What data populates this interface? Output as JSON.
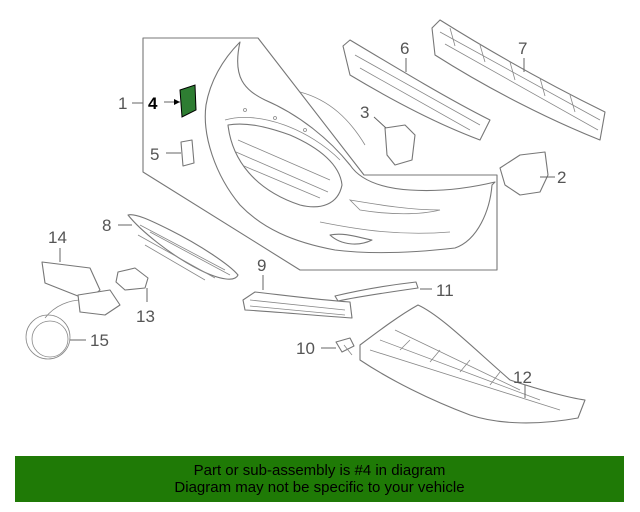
{
  "diagram": {
    "highlight_color": "#2e7d32",
    "callouts": [
      {
        "id": "1",
        "label": "1",
        "highlighted": false
      },
      {
        "id": "2",
        "label": "2",
        "highlighted": false
      },
      {
        "id": "3",
        "label": "3",
        "highlighted": false
      },
      {
        "id": "4",
        "label": "4",
        "highlighted": true
      },
      {
        "id": "5",
        "label": "5",
        "highlighted": false
      },
      {
        "id": "6",
        "label": "6",
        "highlighted": false
      },
      {
        "id": "7",
        "label": "7",
        "highlighted": false
      },
      {
        "id": "8",
        "label": "8",
        "highlighted": false
      },
      {
        "id": "9",
        "label": "9",
        "highlighted": false
      },
      {
        "id": "10",
        "label": "10",
        "highlighted": false
      },
      {
        "id": "11",
        "label": "11",
        "highlighted": false
      },
      {
        "id": "12",
        "label": "12",
        "highlighted": false
      },
      {
        "id": "13",
        "label": "13",
        "highlighted": false
      },
      {
        "id": "14",
        "label": "14",
        "highlighted": false
      },
      {
        "id": "15",
        "label": "15",
        "highlighted": false
      }
    ]
  },
  "banner": {
    "line1": "Part or sub-assembly is #4 in diagram",
    "line2": "Diagram may not be specific to your vehicle",
    "background": "#1f7a06"
  }
}
